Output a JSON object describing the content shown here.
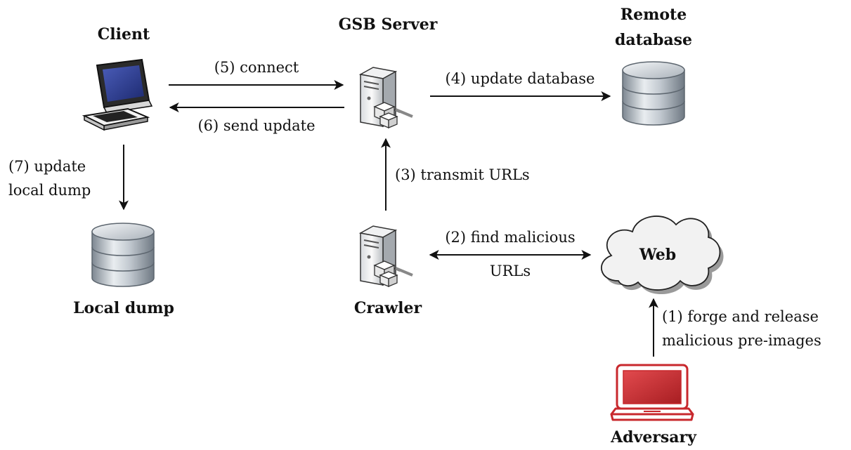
{
  "nodes": {
    "client": {
      "label": "Client",
      "icon": "desktop-computer-icon"
    },
    "gsb_server": {
      "label": "GSB Server",
      "icon": "server-icon"
    },
    "remote_database": {
      "label_line1": "Remote",
      "label_line2": "database",
      "icon": "database-icon"
    },
    "local_dump": {
      "label": "Local dump",
      "icon": "database-icon"
    },
    "crawler": {
      "label": "Crawler",
      "icon": "server-icon"
    },
    "web": {
      "label": "Web",
      "icon": "cloud-icon"
    },
    "adversary": {
      "label": "Adversary",
      "icon": "laptop-icon"
    }
  },
  "edges": {
    "connect": "(5) connect",
    "send_update": "(6) send update",
    "update_database": "(4) update database",
    "update_local_line1": "(7) update",
    "update_local_line2": "local dump",
    "transmit_urls": "(3) transmit URLs",
    "find_malicious_line1": "(2) find malicious",
    "find_malicious_line2": "URLs",
    "forge_release_line1": "(1) forge and release",
    "forge_release_line2": "malicious pre-images"
  },
  "colors": {
    "adversary_red": "#c8282d",
    "monitor_blue": "#2a3a8c",
    "database_gray": "#8f98a3",
    "cloud_fill": "#f2f2f2"
  }
}
